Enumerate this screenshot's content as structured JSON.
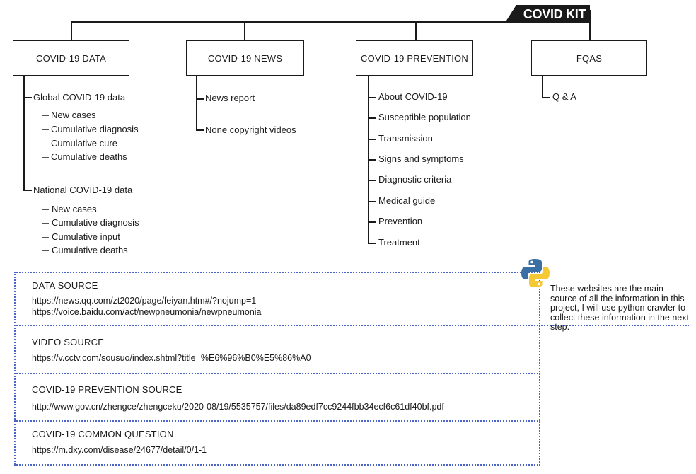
{
  "banner": {
    "title": "COVID KIT"
  },
  "categories": {
    "data": {
      "label": "COVID-19 DATA",
      "global": {
        "label": "Global COVID-19 data",
        "items": [
          "New cases",
          "Cumulative diagnosis",
          "Cumulative cure",
          "Cumulative deaths"
        ]
      },
      "national": {
        "label": "National COVID-19 data",
        "items": [
          "New cases",
          "Cumulative diagnosis",
          "Cumulative input",
          "Cumulative deaths"
        ]
      }
    },
    "news": {
      "label": "COVID-19 NEWS",
      "items": [
        "News report",
        "None copyright videos"
      ]
    },
    "prevention": {
      "label": "COVID-19 PREVENTION",
      "items": [
        "About COVID-19",
        "Susceptible population",
        "Transmission",
        "Signs and symptoms",
        "Diagnostic criteria",
        "Medical guide",
        "Prevention",
        "Treatment"
      ]
    },
    "fqas": {
      "label": "FQAS",
      "items": [
        "Q & A"
      ]
    }
  },
  "sources": {
    "data": {
      "title": "DATA SOURCE",
      "urls": [
        "https://news.qq.com/zt2020/page/feiyan.htm#/?nojump=1",
        "https://voice.baidu.com/act/newpneumonia/newpneumonia"
      ]
    },
    "video": {
      "title": "VIDEO SOURCE",
      "urls": [
        "https://v.cctv.com/sousuo/index.shtml?title=%E6%96%B0%E5%86%A0"
      ]
    },
    "prevention": {
      "title": "COVID-19 PREVENTION SOURCE",
      "urls": [
        "http://www.gov.cn/zhengce/zhengceku/2020-08/19/5535757/files/da89edf7cc9244fbb34ecf6c61df40bf.pdf"
      ]
    },
    "question": {
      "title": "COVID-19 COMMON QUESTION",
      "urls": [
        "https://m.dxy.com/disease/24677/detail/0/1-1"
      ]
    }
  },
  "note": {
    "text": "These websites are the main source of all the information in this project, I will use python crawler to collect these information in the next step."
  },
  "colors": {
    "ink": "#1a1a1a",
    "dotted_border": "#4a64c8",
    "python_blue": "#3a6fa5",
    "python_yellow": "#f5c933"
  },
  "icons": [
    "python-logo-icon"
  ]
}
